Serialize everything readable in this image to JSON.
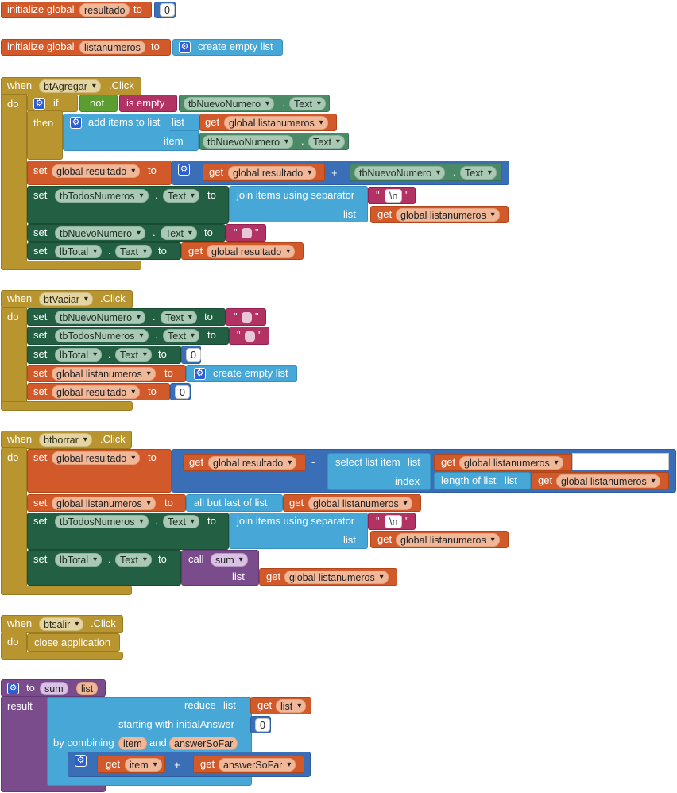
{
  "kw": {
    "initialize_global": "initialize global",
    "to": "to",
    "when": "when",
    "do": "do",
    "click": ".Click",
    "if": "if",
    "then": "then",
    "not": "not",
    "is_empty": "is empty",
    "dot": ".",
    "add_items_to_list": "add items to list",
    "list": "list",
    "item": "item",
    "get": "get",
    "set": "set",
    "plus": "+",
    "minus": "-",
    "join_items": "join items using separator",
    "create_empty_list": "create empty list",
    "select_list_item": "select list item",
    "index": "index",
    "length_of_list": "length of list",
    "all_but_last": "all but last of list",
    "call": "call",
    "close_application": "close application",
    "result": "result",
    "reduce": "reduce",
    "starting_with": "starting with initialAnswer",
    "by_combining": "by combining",
    "and": "and",
    "quote_open": "\"",
    "quote_close": "\""
  },
  "vars": {
    "resultado": "resultado",
    "global_resultado": "global resultado",
    "listanumeros": "listanumeros",
    "global_listanumeros": "global listanumeros"
  },
  "components": {
    "tbNuevoNumero": "tbNuevoNumero",
    "tbTodosNumeros": "tbTodosNumeros",
    "lbTotal": "lbTotal",
    "Text": "Text"
  },
  "events": {
    "btAgregar": "btAgregar",
    "btVaciar": "btVaciar",
    "btborrar": "btborrar",
    "btsalir": "btsalir"
  },
  "values": {
    "zero": "0",
    "newline": "\\n"
  },
  "procedure": {
    "name": "sum",
    "param": "list",
    "item": "item",
    "answer": "answerSoFar",
    "get_list": "list",
    "get_item": "item",
    "get_answer": "answerSoFar"
  }
}
